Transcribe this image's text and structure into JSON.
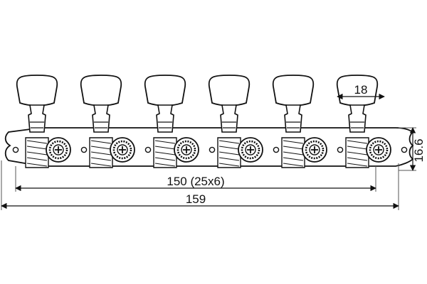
{
  "diagram": {
    "subject": "6-in-line machine head tuner strip",
    "tuner_count": 6,
    "colors": {
      "line": "#111111",
      "dimension": "#555555",
      "background": "#ffffff"
    },
    "dimensions": {
      "knob_width": "18",
      "plate_height": "16.6",
      "post_spacing": "150 (25x6)",
      "overall_length": "159"
    }
  }
}
